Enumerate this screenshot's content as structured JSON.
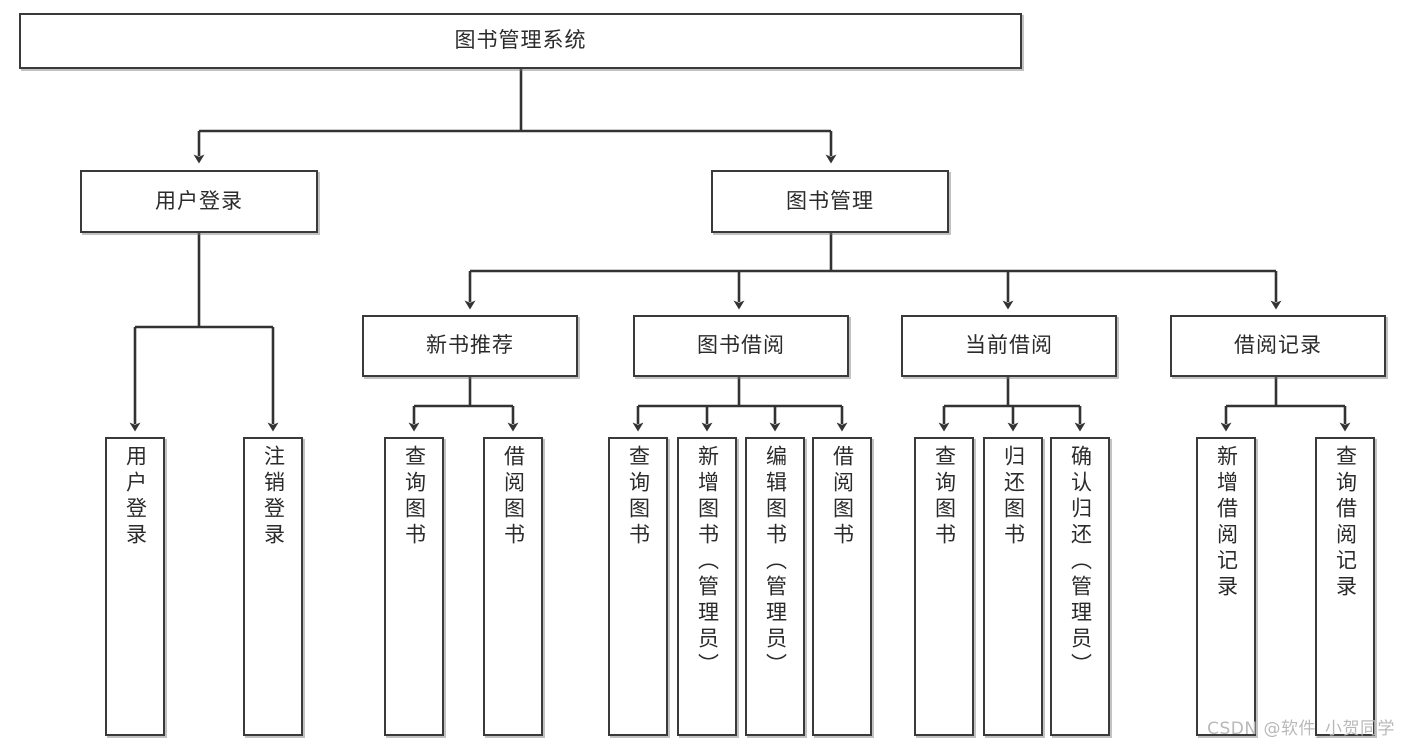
{
  "diagram": {
    "type": "hierarchy-tree",
    "title": "图书管理系统",
    "orientation": "top-down",
    "colors": {
      "box_border": "#3a3a3a",
      "box_fill": "#ffffff",
      "connector": "#333333",
      "text": "#2b2b2b",
      "watermark": "#b9b9b9"
    },
    "root": {
      "label": "图书管理系统"
    },
    "level1": [
      {
        "id": "user-login",
        "label": "用户登录"
      },
      {
        "id": "book-management",
        "label": "图书管理"
      }
    ],
    "level2": [
      {
        "id": "new-book-recommend",
        "label": "新书推荐"
      },
      {
        "id": "book-borrow",
        "label": "图书借阅"
      },
      {
        "id": "current-borrow",
        "label": "当前借阅"
      },
      {
        "id": "borrow-record",
        "label": "借阅记录"
      }
    ],
    "leaves": {
      "user_login": [
        {
          "id": "leaf-user-login",
          "label": "用户登录"
        },
        {
          "id": "leaf-logout-login",
          "label": "注销登录"
        }
      ],
      "new_book_recommend": [
        {
          "id": "leaf-query-book-1",
          "label": "查询图书"
        },
        {
          "id": "leaf-borrow-book-1",
          "label": "借阅图书"
        }
      ],
      "book_borrow": [
        {
          "id": "leaf-query-book-2",
          "label": "查询图书"
        },
        {
          "id": "leaf-add-book",
          "label": "新增图书（管理员）"
        },
        {
          "id": "leaf-edit-book",
          "label": "编辑图书（管理员）"
        },
        {
          "id": "leaf-borrow-book-2",
          "label": "借阅图书"
        }
      ],
      "current_borrow": [
        {
          "id": "leaf-query-book-3",
          "label": "查询图书"
        },
        {
          "id": "leaf-return-book",
          "label": "归还图书"
        },
        {
          "id": "leaf-confirm-return",
          "label": "确认归还（管理员）"
        }
      ],
      "borrow_record": [
        {
          "id": "leaf-add-record",
          "label": "新增借阅记录"
        },
        {
          "id": "leaf-query-record",
          "label": "查询借阅记录"
        }
      ]
    }
  },
  "watermark": {
    "text": "CSDN @软件_小贺同学"
  }
}
